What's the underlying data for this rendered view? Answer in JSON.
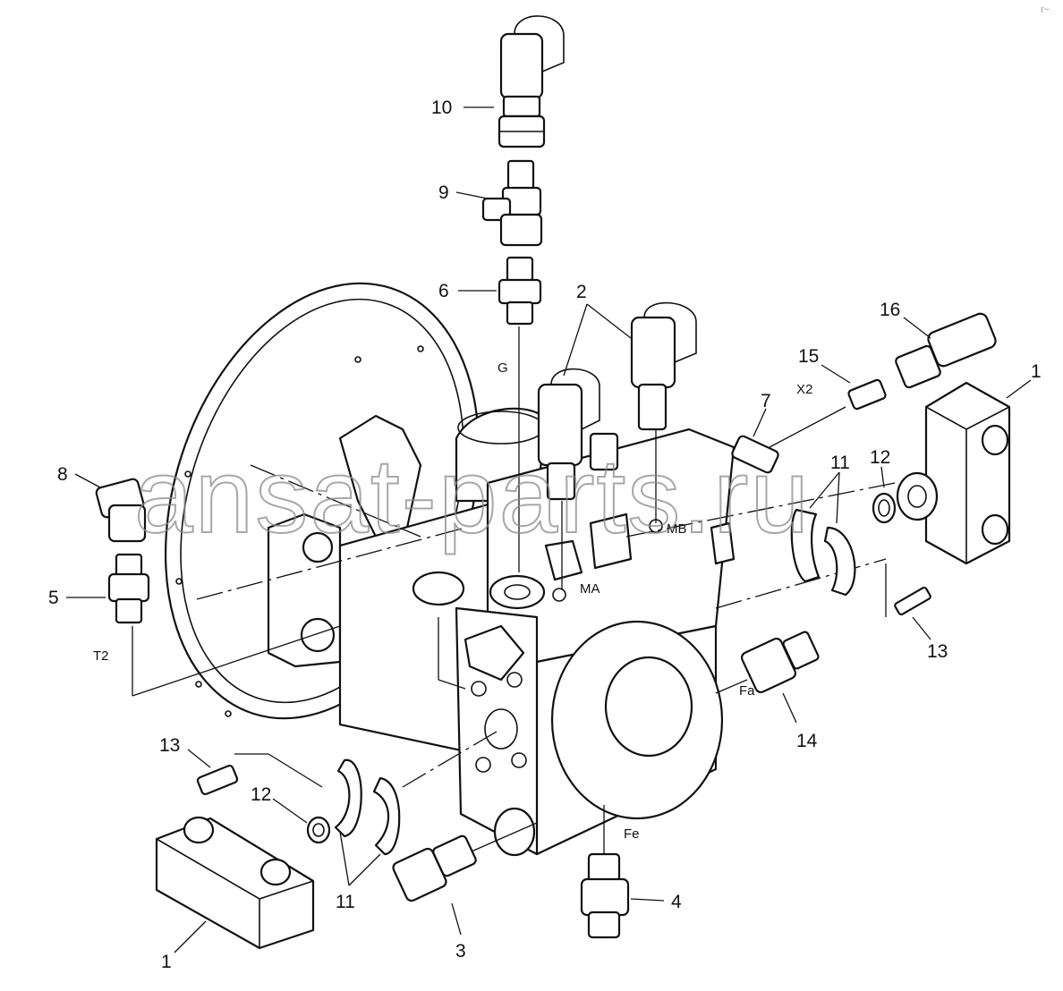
{
  "watermark": "ansat-parts.ru",
  "corner_mark": "r~",
  "callouts": {
    "c1_right": "1",
    "c1_left": "1",
    "c2": "2",
    "c3": "3",
    "c4": "4",
    "c5": "5",
    "c6": "6",
    "c7": "7",
    "c8": "8",
    "c9": "9",
    "c10": "10",
    "c11_right": "11",
    "c11_left": "11",
    "c12_right": "12",
    "c12_left": "12",
    "c13_right": "13",
    "c13_left": "13",
    "c14": "14",
    "c15": "15",
    "c16": "16"
  },
  "ports": {
    "g": "G",
    "x2": "X2",
    "mb": "MB",
    "ma": "MA",
    "t2": "T2",
    "fa": "Fa",
    "fe": "Fe"
  }
}
